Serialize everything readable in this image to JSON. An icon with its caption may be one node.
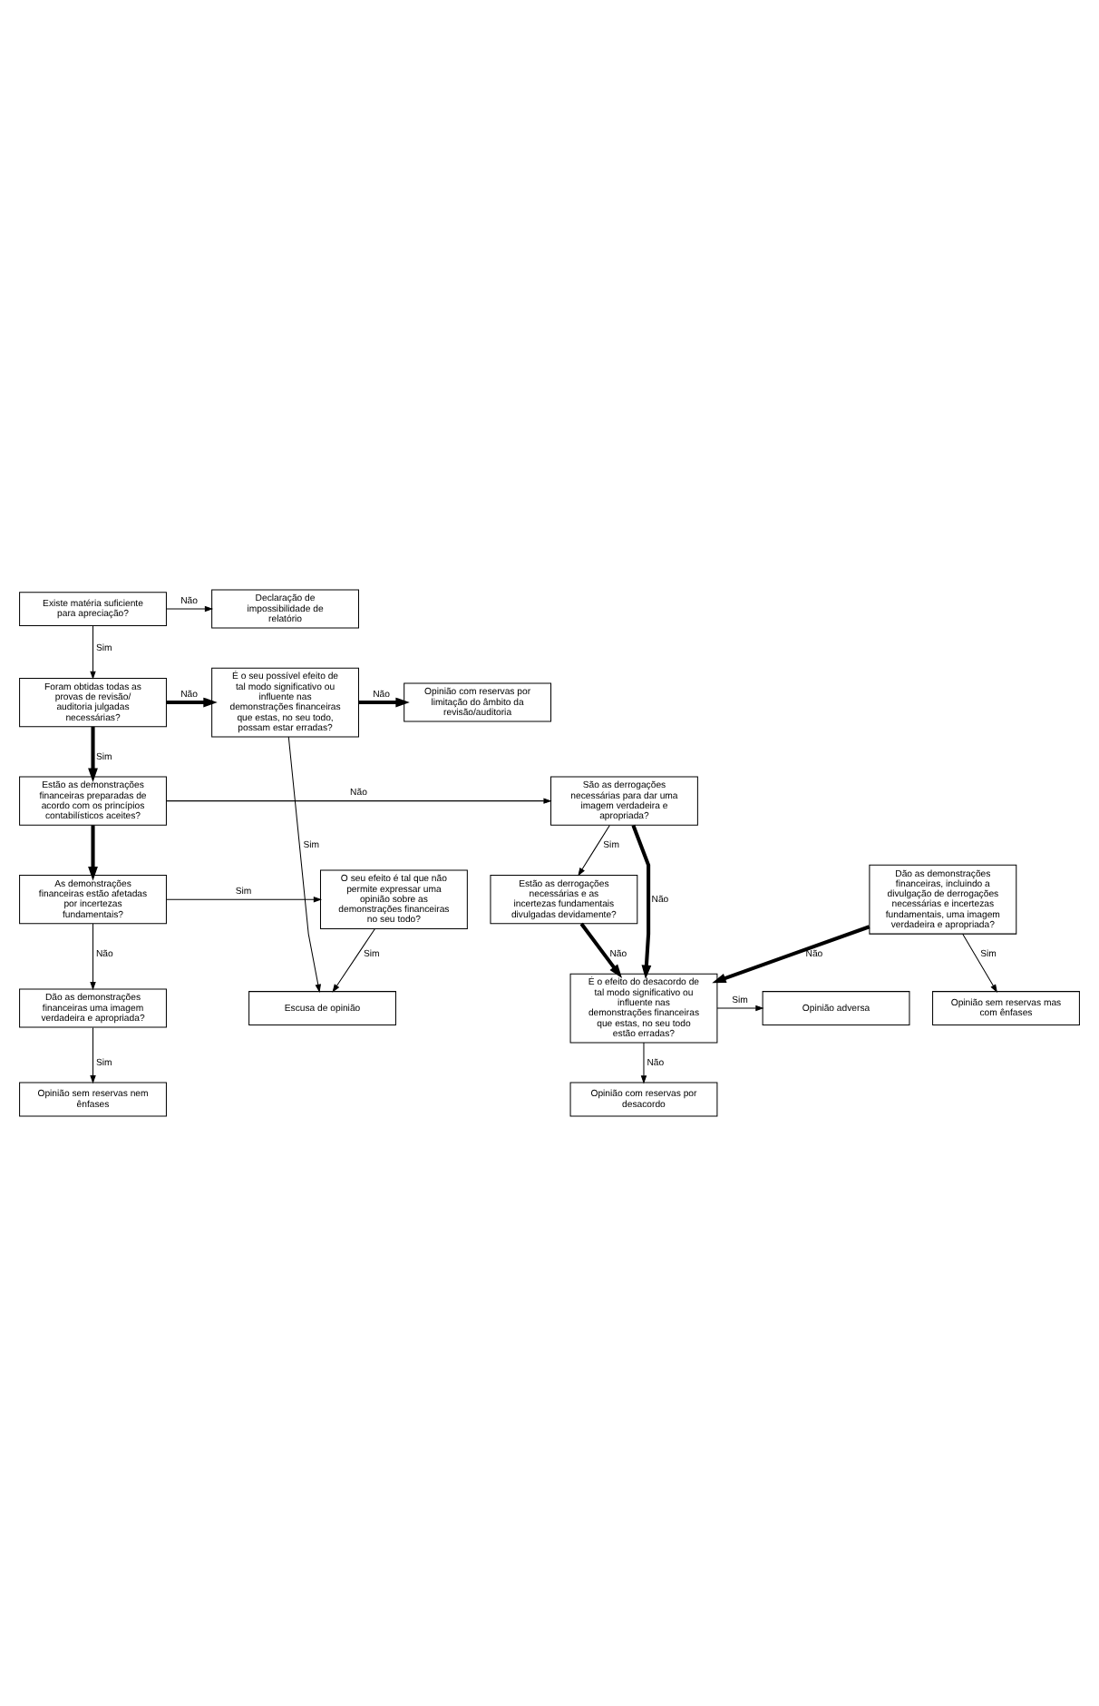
{
  "diagram": {
    "nodes": [
      {
        "text": [
          "Existe matéria suficiente para apreciação?"
        ]
      },
      {
        "text": [
          "Declaração de impossibilidade de relatório"
        ]
      },
      {
        "text": [
          "Foram obtidas todas as provas de revisão/ auditoria julgadas necessárias?"
        ]
      },
      {
        "text": [
          "É o seu possível efeito de tal modo significativo ou influente nas demonstrações financeiras que estas, no seu todo, possam estar erradas?"
        ]
      },
      {
        "text": [
          "Opinião com reservas por limitação do âmbito da revisão/auditoria"
        ]
      },
      {
        "text": [
          "Escusa de opinião"
        ]
      },
      {
        "text": [
          "Estão as demonstrações financeiras preparadas de acordo com os princípios contabilísticos aceites?"
        ]
      },
      {
        "text": [
          "São as derrogações necessárias para dar uma imagem verdadeira e apropriada?"
        ]
      },
      {
        "text": [
          "As demonstrações financeiras estão afetadas por incertezas fundamentais?"
        ]
      },
      {
        "text": [
          "O seu efeito é tal que não permite expressar uma opinião sobre as demonstrações financeiras no seu todo?"
        ]
      },
      {
        "text": [
          "Estão as derrogações necessárias e as incertezas fundamentais divulgadas devidamente?"
        ]
      },
      {
        "text": [
          "Dão as demonstrações financeiras, incluindo a divulgação de derrogações necessárias e incertezas fundamentais, uma imagem verdadeira e apropriada?"
        ]
      },
      {
        "text": [
          "Dão as demonstrações financeiras uma imagem verdadeira e apropriada?"
        ]
      },
      {
        "text": [
          "É o efeito do desacordo de tal modo significativo ou influente nas demonstrações financeiras que estas, no seu todo estão erradas?"
        ]
      },
      {
        "text": [
          "Opinião adversa"
        ]
      },
      {
        "text": [
          "Opinião com reservas por desacordo"
        ]
      },
      {
        "text": [
          "Opinião sem reservas mas com ênfases"
        ]
      },
      {
        "text": [
          "Opinião sem reservas nem ênfases"
        ]
      }
    ],
    "edges": [
      {
        "from": 0,
        "to": 1,
        "arrow": "to",
        "label": "Não"
      },
      {
        "from": 0,
        "to": 2,
        "arrow": "to",
        "label": "Sim"
      },
      {
        "from": 2,
        "to": 3,
        "arrow": "to",
        "label": "Não",
        "style": "thick"
      },
      {
        "from": 3,
        "to": 4,
        "arrow": "to",
        "label": "Não",
        "style": "thick"
      },
      {
        "from": 3,
        "to": 5,
        "arrow": "to",
        "label": "Sim"
      },
      {
        "from": 2,
        "to": 6,
        "arrow": "to",
        "label": "Sim",
        "style": "thick"
      },
      {
        "from": 6,
        "to": 7,
        "arrow": "to",
        "label": "Não"
      },
      {
        "from": 6,
        "to": 8,
        "arrow": "to",
        "style": "thick"
      },
      {
        "from": 7,
        "to": 13,
        "arrow": "to",
        "label": "Não",
        "style": "thick"
      },
      {
        "from": 7,
        "to": 10,
        "arrow": "to",
        "label": "Sim"
      },
      {
        "from": 8,
        "to": 9,
        "arrow": "to",
        "label": "Sim"
      },
      {
        "from": 9,
        "to": 5,
        "arrow": "to",
        "label": "Sim"
      },
      {
        "from": 8,
        "to": 12,
        "arrow": "to",
        "label": "Não"
      },
      {
        "from": 10,
        "to": 13,
        "arrow": "to",
        "label": "Não",
        "style": "thick"
      },
      {
        "from": 11,
        "to": 13,
        "arrow": "to",
        "label": "Não",
        "style": "thick"
      },
      {
        "from": 13,
        "to": 14,
        "arrow": "to",
        "label": "Sim"
      },
      {
        "from": 13,
        "to": 15,
        "arrow": "to",
        "label": "Não"
      },
      {
        "from": 11,
        "to": 16,
        "arrow": "to",
        "label": "Sim"
      },
      {
        "from": 12,
        "to": 17,
        "arrow": "to",
        "label": "Sim"
      }
    ]
  }
}
